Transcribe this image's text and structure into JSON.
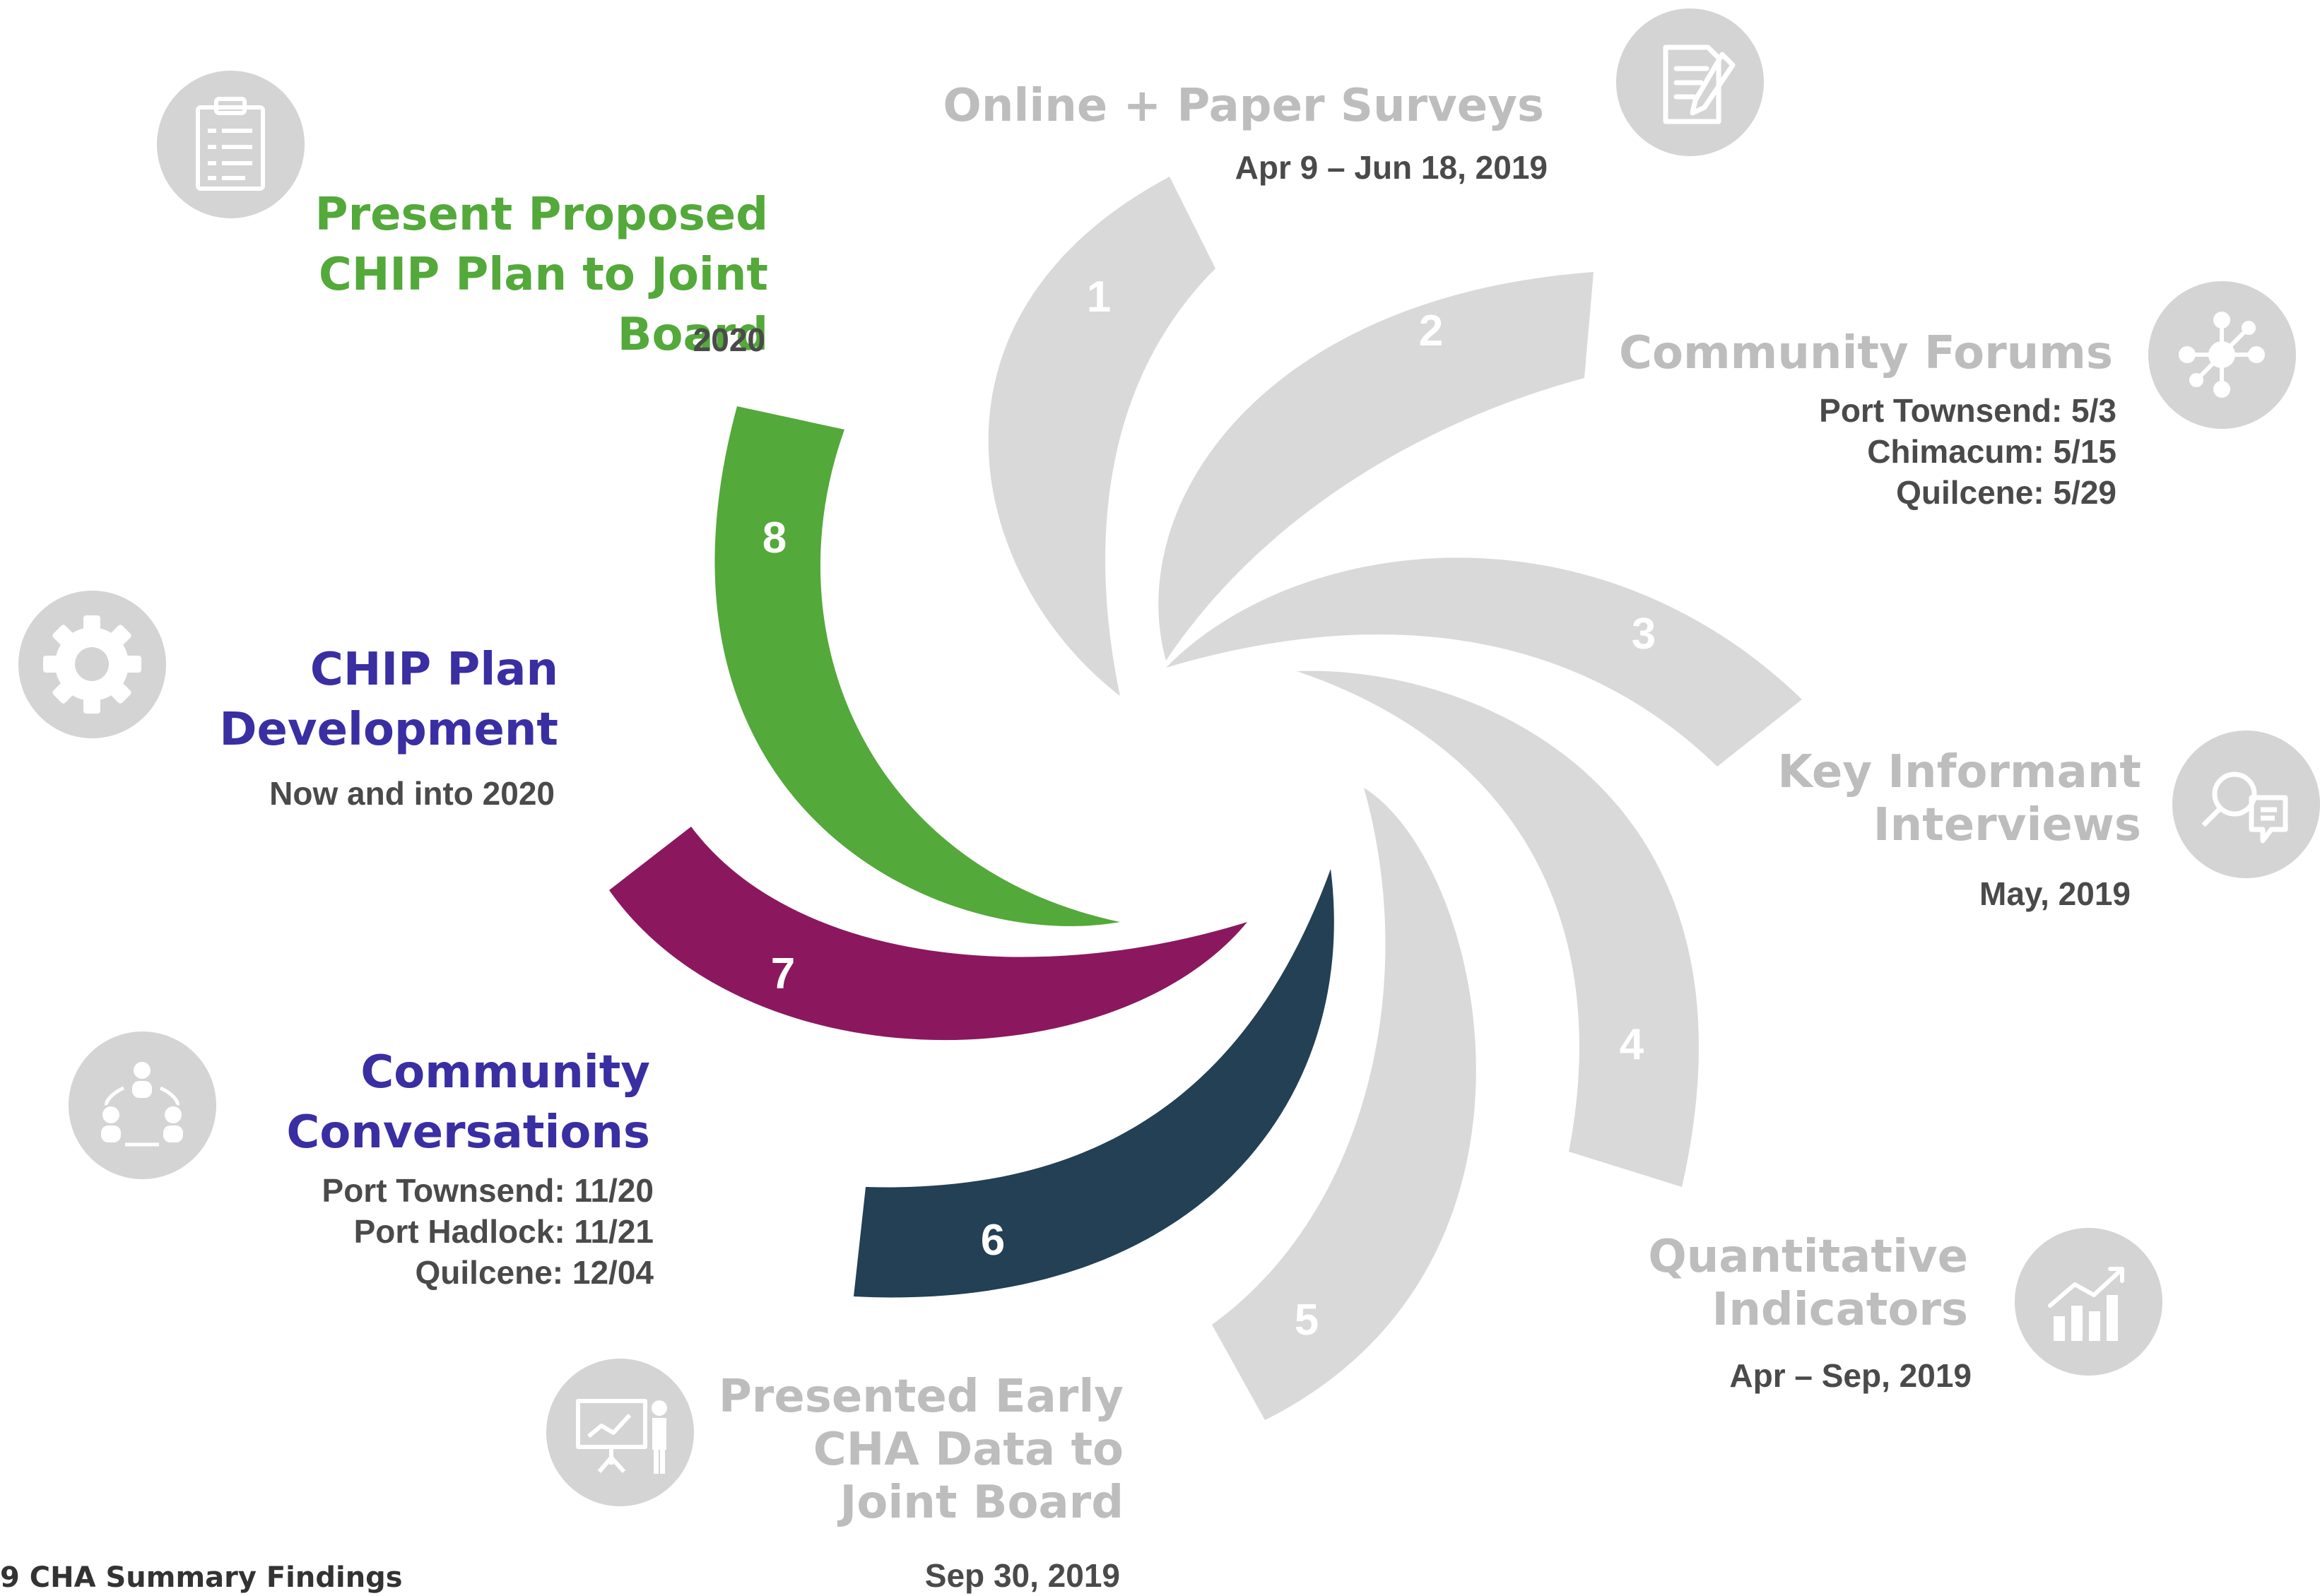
{
  "steps": [
    {
      "number": "1",
      "title": [
        "Online + Paper Surveys"
      ],
      "details": [
        "Apr 9 – Jun 18, 2019"
      ],
      "color": "#d9d9d9",
      "icon": "survey-checklist-icon"
    },
    {
      "number": "2",
      "title": [
        "Community Forums"
      ],
      "details": [
        "Port Townsend:  5/3",
        "Chimacum:  5/15",
        "Quilcene:  5/29"
      ],
      "color": "#d9d9d9",
      "icon": "network-nodes-icon"
    },
    {
      "number": "3",
      "title": [
        "Key Informant",
        "Interviews"
      ],
      "details": [
        "May, 2019"
      ],
      "color": "#d9d9d9",
      "icon": "interview-chat-icon"
    },
    {
      "number": "4",
      "title": [
        "Quantitative",
        "Indicators"
      ],
      "details": [
        "Apr – Sep,  2019"
      ],
      "color": "#d9d9d9",
      "icon": "bar-chart-trend-icon"
    },
    {
      "number": "5",
      "title": [
        "Presented Early",
        "CHA Data to",
        "Joint Board"
      ],
      "details": [
        "Sep 30, 2019"
      ],
      "color": "#d9d9d9",
      "icon": "presentation-board-icon"
    },
    {
      "number": "6",
      "title": [
        "Community",
        "Conversations"
      ],
      "details": [
        "Port Townsend:  11/20",
        "Port Hadlock:  11/21",
        "Quilcene:  12/04"
      ],
      "color": "#234054",
      "icon": "people-circle-icon"
    },
    {
      "number": "7",
      "title": [
        "CHIP Plan",
        "Development"
      ],
      "details": [
        "Now and into 2020"
      ],
      "color": "#8b185e",
      "icon": "gear-icon"
    },
    {
      "number": "8",
      "title": [
        "Present Proposed",
        "CHIP Plan to Joint Board"
      ],
      "details": [
        "2020"
      ],
      "color": "#53a93a",
      "icon": "clipboard-checklist-icon"
    }
  ],
  "footer": "9 CHA Summary Findings"
}
